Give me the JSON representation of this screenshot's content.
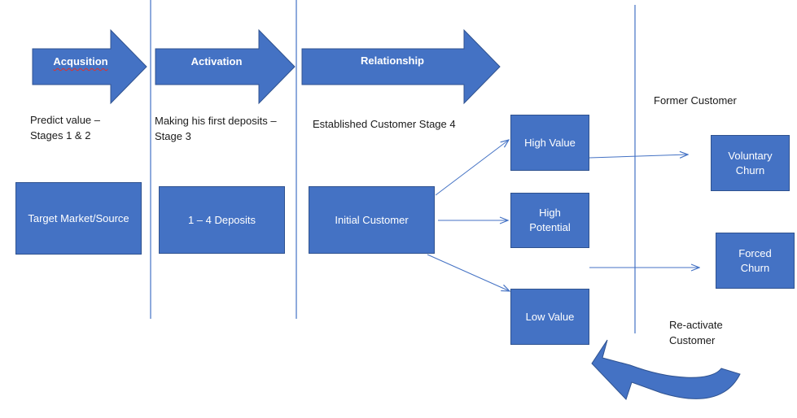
{
  "colors": {
    "box_fill": "#4472c4",
    "box_stroke": "#2f528f",
    "divider": "#4472c4",
    "connector": "#4472c4",
    "spellcheck_underline": "#e0302a"
  },
  "stages": [
    {
      "id": "acquisition",
      "label": "Acqusition",
      "description": "Predict value –\nStages 1 & 2"
    },
    {
      "id": "activation",
      "label": "Activation",
      "description": "Making his first deposits –\nStage 3"
    },
    {
      "id": "relationship",
      "label": "Relationship",
      "description": "Established Customer Stage 4"
    }
  ],
  "former_customer_label": "Former Customer",
  "reactivate_label": "Re-activate\nCustomer",
  "boxes": {
    "target_market": "Target Market/Source",
    "deposits": "1 – 4 Deposits",
    "initial_customer": "Initial Customer",
    "high_value": "High Value",
    "high_potential": "High\nPotential",
    "low_value": "Low Value",
    "voluntary_churn": "Voluntary\nChurn",
    "forced_churn": "Forced\nChurn"
  },
  "connectors": [
    {
      "from": "initial_customer",
      "to": "high_value"
    },
    {
      "from": "initial_customer",
      "to": "high_potential"
    },
    {
      "from": "initial_customer",
      "to": "low_value"
    },
    {
      "from": "high_value",
      "to": "voluntary_churn"
    },
    {
      "from": "high_potential",
      "to": "forced_churn"
    },
    {
      "from": "former_customer",
      "to": "low_value",
      "style": "curved-block-arrow"
    }
  ]
}
